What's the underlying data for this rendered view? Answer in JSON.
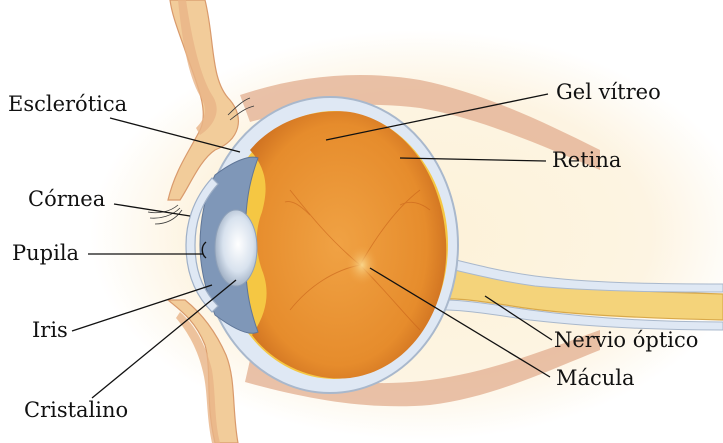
{
  "labels": {
    "esclerotica": "Esclerótica",
    "cornea": "Córnea",
    "pupila": "Pupila",
    "iris": "Iris",
    "cristalino": "Cristalino",
    "gel_vitreo": "Gel vítreo",
    "retina": "Retina",
    "nervio_optico": "Nervio óptico",
    "macula": "Mácula"
  },
  "colors": {
    "vitreous": "#e7902f",
    "vitreous_dark": "#c86a1c",
    "sclera": "#dfe8f4",
    "sclera_edge": "#a9b8cc",
    "retina": "#f5c743",
    "tissue": "#f2cc9a",
    "muscle": "#e2ae8f",
    "nerve": "#f4d37a",
    "background_glow": "#fdf2d8",
    "leader": "#111111"
  }
}
